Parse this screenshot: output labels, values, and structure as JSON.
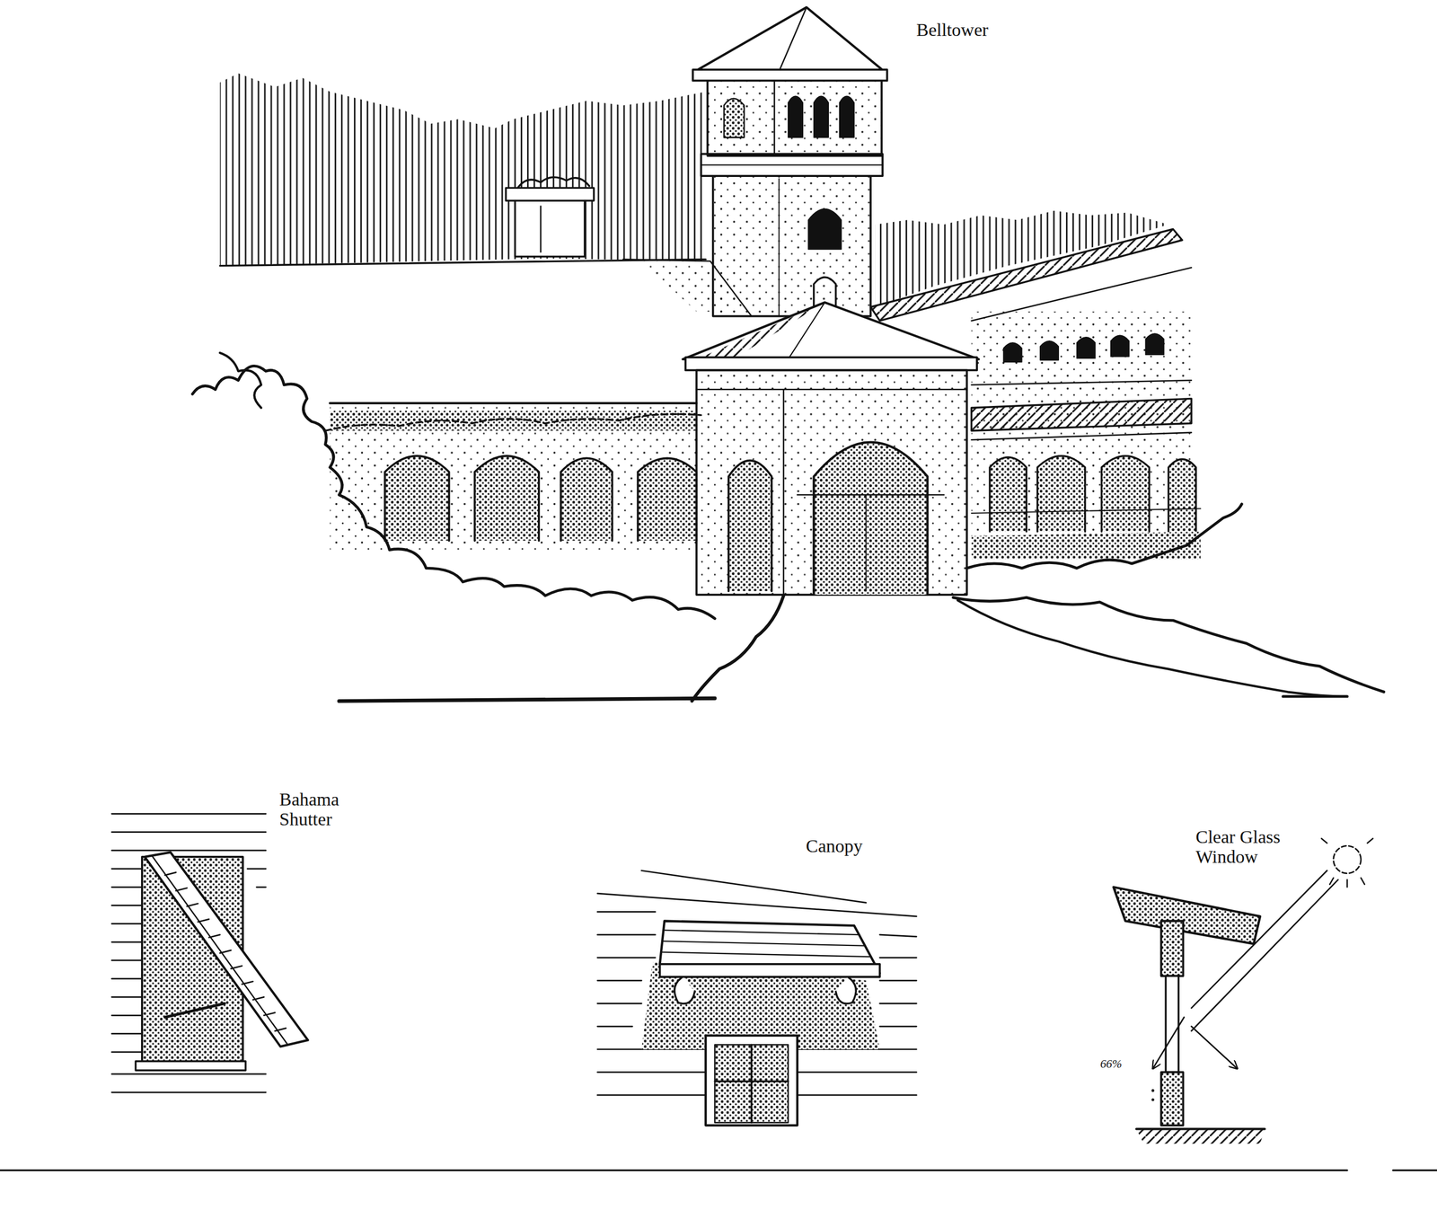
{
  "diagram": {
    "labels": [
      "Belltower",
      "Bahama Shutter",
      "Canopy",
      "Clear Glass Window",
      "66%"
    ]
  }
}
